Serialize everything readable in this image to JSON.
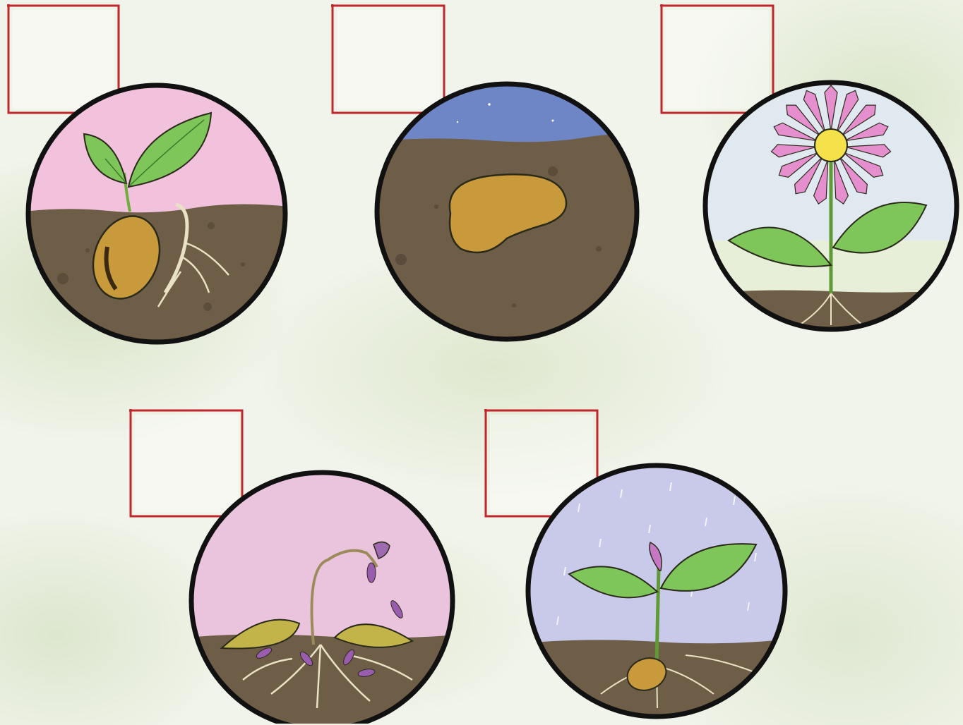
{
  "worksheet": {
    "answer_boxes": [
      {
        "value": ""
      },
      {
        "value": ""
      },
      {
        "value": ""
      },
      {
        "value": ""
      },
      {
        "value": ""
      }
    ],
    "panels": [
      {
        "scene": "sprouting-seed-with-first-leaves",
        "sky_color": "#f2c2dc"
      },
      {
        "scene": "seed-buried-in-soil",
        "sky_color": "#6f86c6"
      },
      {
        "scene": "flowering-plant",
        "sky_color": "#dfe9ef"
      },
      {
        "scene": "wilting-plant",
        "sky_color": "#eac4dc"
      },
      {
        "scene": "seedling-in-rain",
        "sky_color": "#c9c9ea"
      }
    ],
    "colors": {
      "box_border": "#c0262b",
      "soil": "#6e5e48",
      "outline": "#111111",
      "leaf": "#7fc65a",
      "seed": "#c99a3c",
      "petal": "#e58fcf"
    }
  }
}
